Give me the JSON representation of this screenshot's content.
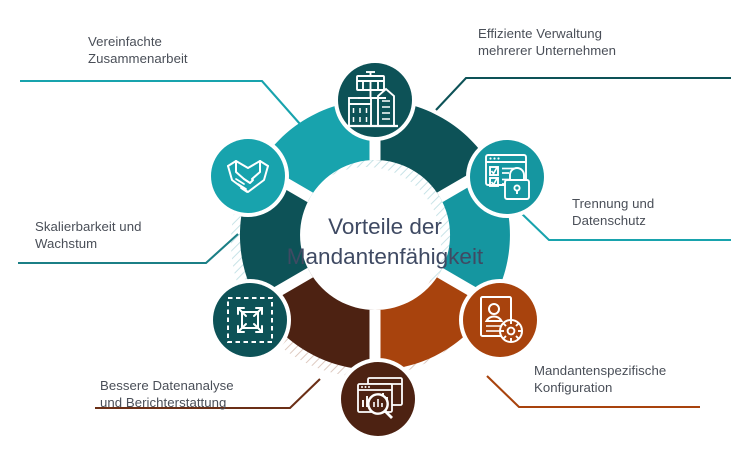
{
  "center": {
    "title": "Vorteile der\nMandantenfähigkeit"
  },
  "colors": {
    "teal_light": "#18a3ad",
    "teal_mid": "#1596a0",
    "teal_dark": "#0d5257",
    "teal_darker": "#0b4a4f",
    "orange": "#a8430d",
    "brown_dark": "#4d2212",
    "brown_mid": "#6b2f16",
    "label_text": "#4a4f58",
    "title_text": "#3f4a63",
    "background": "#ffffff",
    "hatch": "#cfe3e6"
  },
  "segments": [
    {
      "id": "multi-company",
      "label": "Effiziente Verwaltung\nmehrerer Unternehmen",
      "icon": "office-buildings-icon",
      "color": "#0d5257",
      "connector_color": "#0d5257",
      "position": "top"
    },
    {
      "id": "separation-privacy",
      "label": "Trennung und\nDatenschutz",
      "icon": "checklist-lock-icon",
      "color": "#1596a0",
      "connector_color": "#18a3ad",
      "position": "right-upper"
    },
    {
      "id": "tenant-configuration",
      "label": "Mandantenspezifische\nKonfiguration",
      "icon": "document-user-gear-icon",
      "color": "#a8430d",
      "connector_color": "#a8430d",
      "position": "right-lower"
    },
    {
      "id": "analytics-reporting",
      "label": "Bessere Datenanalyse\nund Berichterstattung",
      "icon": "chart-magnifier-icon",
      "color": "#4d2212",
      "connector_color": "#6b2f16",
      "position": "bottom"
    },
    {
      "id": "scalability-growth",
      "label": "Skalierbarkeit und\nWachstum",
      "icon": "expand-arrows-icon",
      "color": "#0d5257",
      "connector_color": "#1b7f86",
      "position": "left-lower"
    },
    {
      "id": "simplified-collaboration",
      "label": "Vereinfachte\nZusammenarbeit",
      "icon": "handshake-icon",
      "color": "#18a3ad",
      "connector_color": "#18a3ad",
      "position": "left-upper"
    }
  ],
  "chart_data": {
    "type": "diagram",
    "title": "Vorteile der Mandantenfähigkeit",
    "subtype": "circular-segmented-benefits-wheel",
    "segment_count": 6,
    "categories": [
      "Effiziente Verwaltung mehrerer Unternehmen",
      "Trennung und Datenschutz",
      "Mandantenspezifische Konfiguration",
      "Bessere Datenanalyse und Berichterstattung",
      "Skalierbarkeit und Wachstum",
      "Vereinfachte Zusammenarbeit"
    ],
    "values": [
      1,
      1,
      1,
      1,
      1,
      1
    ],
    "legend": "none",
    "grid": false
  }
}
